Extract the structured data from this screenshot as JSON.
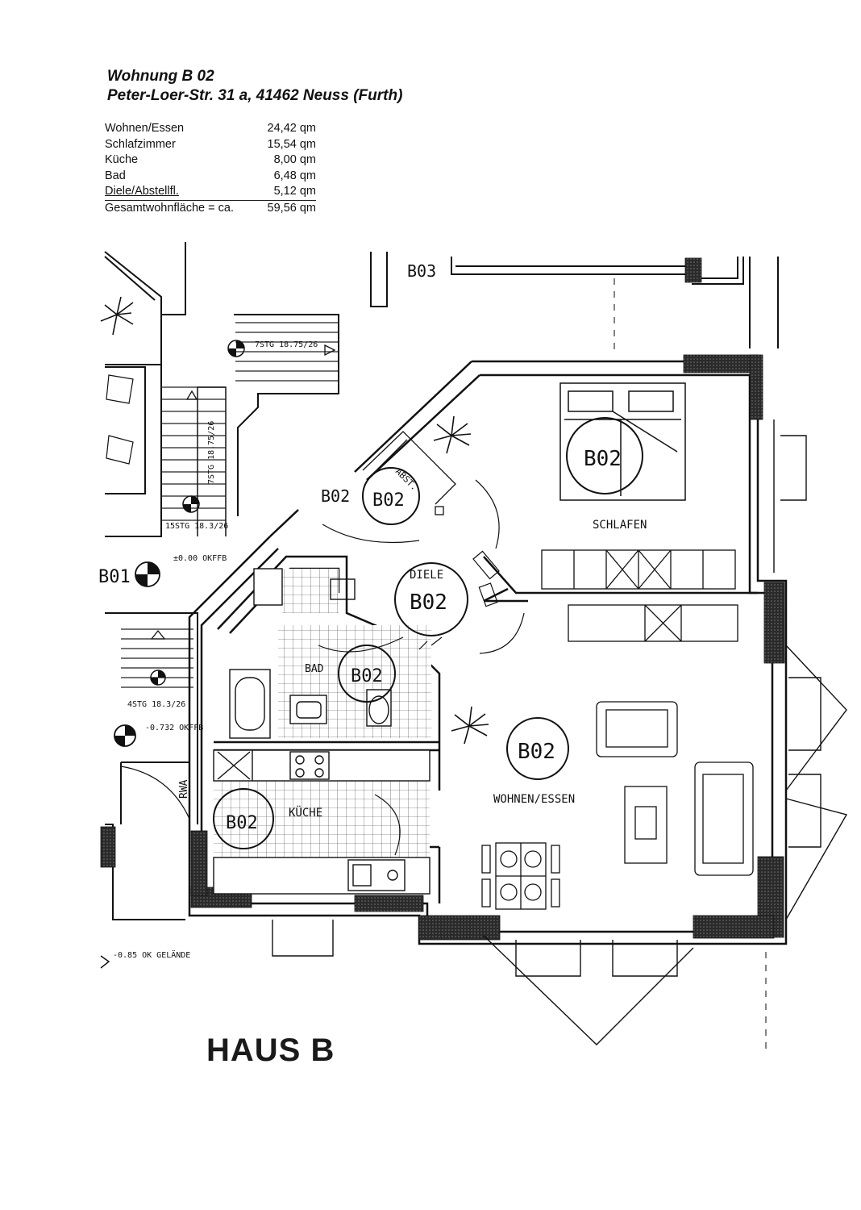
{
  "header": {
    "title": "Wohnung B 02",
    "address": "Peter-Loer-Str. 31 a, 41462 Neuss (Furth)"
  },
  "areas": [
    {
      "name": "Wohnen/Essen",
      "value": "24,42 qm"
    },
    {
      "name": "Schlafzimmer",
      "value": "15,54 qm"
    },
    {
      "name": "Küche",
      "value": "8,00 qm"
    },
    {
      "name": "Bad",
      "value": "6,48 qm"
    },
    {
      "name": "Diele/Abstellfl.",
      "value": "5,12 qm"
    }
  ],
  "total": {
    "name": "Gesamtwohnfläche = ca.",
    "value": "59,56 qm"
  },
  "plan": {
    "unit_neighbor": "B03",
    "unit_left": "B01",
    "unit": "B02",
    "rooms": {
      "schlafen": "SCHLAFEN",
      "diele": "DIELE",
      "bad": "BAD",
      "kueche": "KÜCHE",
      "wohnen": "WOHNEN/ESSEN",
      "abst": "ABST."
    },
    "stairs": {
      "s1": "7STG 18.75/26",
      "s2": "7STG 18.75/26",
      "s3": "15STG 18.3/26",
      "s4": "4STG 18.3/26"
    },
    "levels": {
      "ok_ff": "±0.00 OKFFB",
      "lower": "-0.732 OKFFB",
      "ground": "-0.85 OK GELÄNDE"
    },
    "rwa": "RWA"
  },
  "footer": {
    "label": "HAUS B"
  }
}
